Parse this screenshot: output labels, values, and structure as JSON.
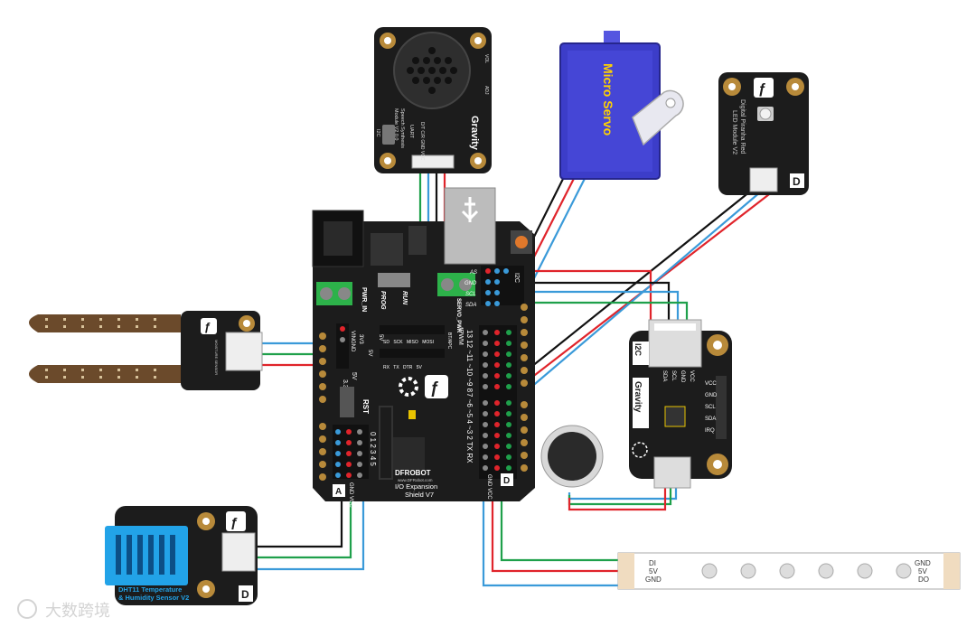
{
  "speech_module": {
    "name_line1": "Speech Synthesis",
    "name_line2": "Module V2.0.0",
    "brand": "Gravity",
    "label_uart": "UART",
    "label_i2c": "I2C",
    "label_adj": "ADJ",
    "label_vol": "VOL",
    "pins": "D/T  C/R  GND  VCC"
  },
  "servo": {
    "label": "Micro Servo"
  },
  "led_module": {
    "line1": "Digital Piranha Red",
    "line2": "LED Module V2",
    "corner": "D"
  },
  "moisture_sensor": {
    "label": "MOISTURE SENSOR"
  },
  "shield": {
    "pwr_in": "PWR_IN",
    "prog": "PROG",
    "run": "RUN",
    "servo_pwr": "SERVO_PWR",
    "as": "AS",
    "gnd": "GND",
    "scl": "SCL",
    "sda": "SDA",
    "i2c": "I2C",
    "vin_gnd": "VINGND",
    "v33": "3V3",
    "v5": "5V",
    "m_v5": "M5V",
    "v33_sel": "3.3V",
    "sel_5v": "5V",
    "rst": "RST",
    "pins_top": "13 12 ~11 ~10 ~9 8",
    "pins_mid": "7 ~6 ~5 4 ~3 2 TX RX",
    "pwm": "*PWM",
    "analog": "0 1 2 3 4 5",
    "header_labels": [
      "SD",
      "SCK",
      "MISO",
      "MOSI",
      "SS",
      "SCL",
      "SDA",
      "GND",
      "RX",
      "TX",
      "DTR",
      "5V",
      "3V3",
      "GND",
      "5V",
      "BT/APC"
    ],
    "logo": "DFROBOT",
    "url": "www.DFRobot.com",
    "name_line1": "I/O Expansion",
    "name_line2": "Shield V7",
    "gnd_vcc": "GND VCC",
    "gnd_vcc_right": "GND VCC",
    "d_mark": "D",
    "a_mark": "A"
  },
  "fingerprint": {
    "i2c": "I2C",
    "brand": "Gravity",
    "pins_top": [
      "SDA",
      "SCL",
      "GND",
      "VCC"
    ],
    "pins_right": [
      "VCC",
      "GND",
      "SCL",
      "SDA",
      "IRQ"
    ]
  },
  "dht11": {
    "line1": "DHT11 Temperature",
    "line2": "& Humidity Sensor V2",
    "corner": "D"
  },
  "led_strip": {
    "left_pins": [
      "DI",
      "5V",
      "GND"
    ],
    "right_pins": [
      "GND",
      "5V",
      "DO"
    ]
  },
  "watermark": {
    "text": "大数跨境"
  },
  "colors": {
    "board_black": "#1c1c1c",
    "wire_red": "#e0242b",
    "wire_black": "#111111",
    "wire_green": "#1fa04b",
    "wire_blue": "#3a9ad9",
    "servo_blue": "#3c3dc9",
    "pcb_gold": "#b88a3a"
  }
}
